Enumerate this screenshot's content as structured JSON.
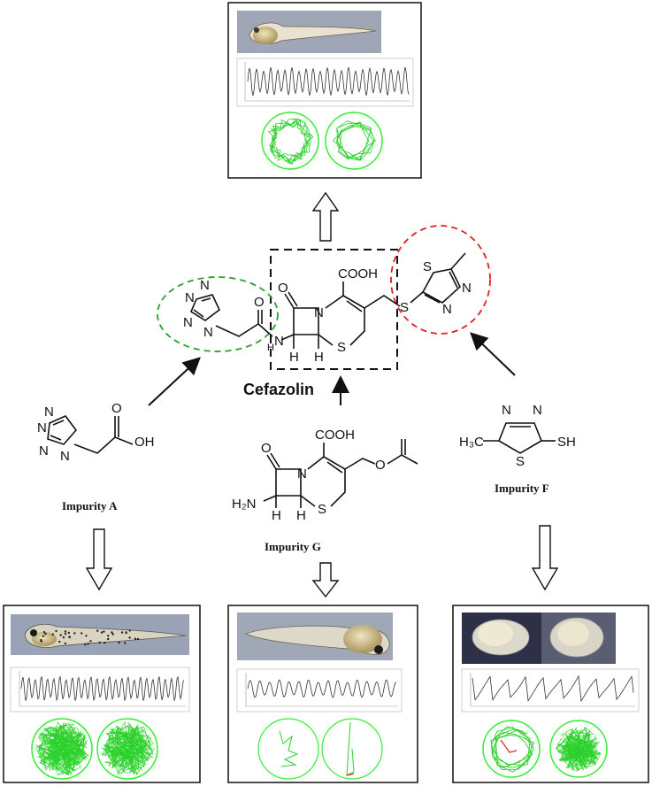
{
  "center": {
    "name": "Cefazolin",
    "groups": {
      "cooh": "COOH",
      "nh": "N",
      "h_left": "H",
      "h_right": "H",
      "s_ring": "S",
      "s_link": "S",
      "o_keto": "O",
      "o_amide": "O",
      "n_lactam": "N"
    },
    "tetrazole_atoms": [
      "N",
      "N",
      "N",
      "N"
    ],
    "thiadiazole_atoms": {
      "s": "S",
      "n1": "N",
      "n2": "N"
    }
  },
  "impurities": [
    {
      "name": "Impurity A",
      "atoms": {
        "n": "N",
        "oh": "OH",
        "o": "O"
      }
    },
    {
      "name": "Impurity G",
      "atoms": {
        "cooh": "COOH",
        "h2n": "H₂N",
        "h_left": "H",
        "h_right": "H",
        "s": "S",
        "n": "N",
        "o": "O"
      }
    },
    {
      "name": "Impurity F",
      "atoms": {
        "h3c": "H₃C",
        "sh": "SH",
        "s": "S",
        "n1": "N",
        "n2": "N"
      }
    }
  ],
  "panels": [
    {
      "id": "top",
      "source": "Cefazolin"
    },
    {
      "id": "bottom-left",
      "source": "Impurity A"
    },
    {
      "id": "bottom-middle",
      "source": "Impurity G"
    },
    {
      "id": "bottom-right",
      "source": "Impurity F"
    }
  ],
  "colors": {
    "green_circle": "#2e9e2e",
    "red_circle": "#e02020",
    "trace_green": "#33ee33",
    "frame": "#111111",
    "photo_bg": "#9aa3b5",
    "photo_bg_dark": "#2e3048"
  },
  "icons": [
    "hollow-arrow-up-icon",
    "hollow-arrow-down-icon",
    "arrow-icon"
  ]
}
